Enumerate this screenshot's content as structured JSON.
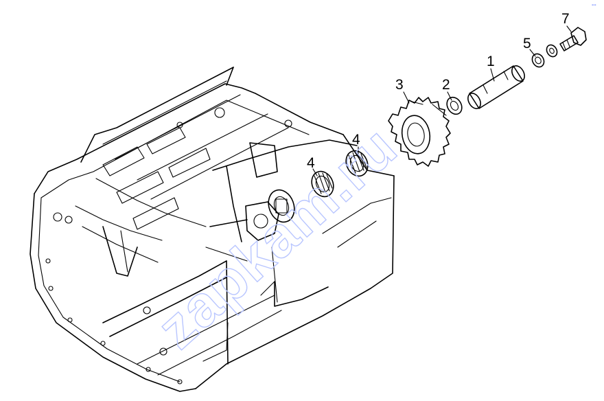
{
  "diagram": {
    "callouts": [
      {
        "id": "callout-1",
        "label": "1",
        "part": "shaft"
      },
      {
        "id": "callout-2",
        "label": "2",
        "part": "washer"
      },
      {
        "id": "callout-3",
        "label": "3",
        "part": "gear"
      },
      {
        "id": "callout-4a",
        "label": "4",
        "part": "needle-bearing-lower"
      },
      {
        "id": "callout-4b",
        "label": "4",
        "part": "needle-bearing-upper"
      },
      {
        "id": "callout-5",
        "label": "5",
        "part": "lock-washer"
      },
      {
        "id": "callout-7",
        "label": "7",
        "part": "bolt"
      }
    ],
    "watermark": "zapkam.ru",
    "corner_mark": "--"
  },
  "colors": {
    "line": "#000000",
    "watermark": "#b9c6ff",
    "corner_mark": "#3355ff"
  }
}
